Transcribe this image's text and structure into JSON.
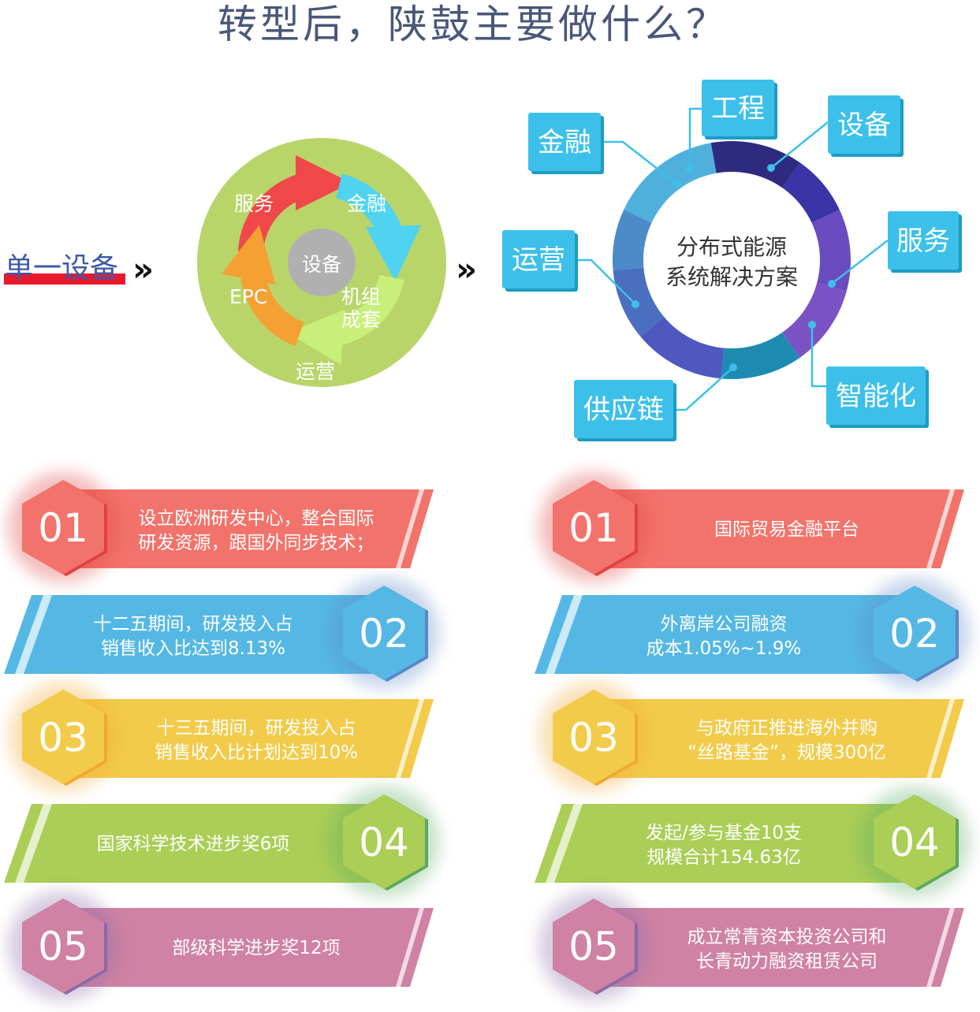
{
  "title": "转型后，陕鼓主要做什么？",
  "left_label": "单一设备",
  "cycle": {
    "center": "设备",
    "items": [
      "服务",
      "金融",
      "机组",
      "成套",
      "运营",
      "EPC"
    ]
  },
  "ring": {
    "center_line1": "分布式能源",
    "center_line2": "系统解决方案",
    "labels": [
      "工程",
      "设备",
      "服务",
      "智能化",
      "供应链",
      "运营",
      "金融"
    ]
  },
  "colors": {
    "red": "#f2736b",
    "blue": "#55b8e4",
    "yellow": "#f2cb4a",
    "green": "#aace56",
    "pink": "#cf82a3",
    "label_box": "#3cc0ea"
  },
  "left_list": [
    {
      "num": "01",
      "line1": "设立欧洲研发中心，整合国际",
      "line2": "研发资源，跟国外同步技术；"
    },
    {
      "num": "02",
      "line1": "十二五期间，研发投入占",
      "line2": "销售收入比达到8.13%"
    },
    {
      "num": "03",
      "line1": "十三五期间，研发投入占",
      "line2": "销售收入比计划达到10%"
    },
    {
      "num": "04",
      "line1": "国家科学技术进步奖6项",
      "line2": ""
    },
    {
      "num": "05",
      "line1": "部级科学进步奖12项",
      "line2": ""
    }
  ],
  "right_list": [
    {
      "num": "01",
      "line1": "国际贸易金融平台",
      "line2": ""
    },
    {
      "num": "02",
      "line1": "外离岸公司融资",
      "line2": "成本1.05%~1.9%"
    },
    {
      "num": "03",
      "line1": "与政府正推进海外并购",
      "line2": "“丝路基金”，规模300亿"
    },
    {
      "num": "04",
      "line1": "发起/参与基金10支",
      "line2": "规模合计154.63亿"
    },
    {
      "num": "05",
      "line1": "成立常青资本投资公司和",
      "line2": "长青动力融资租赁公司"
    }
  ]
}
